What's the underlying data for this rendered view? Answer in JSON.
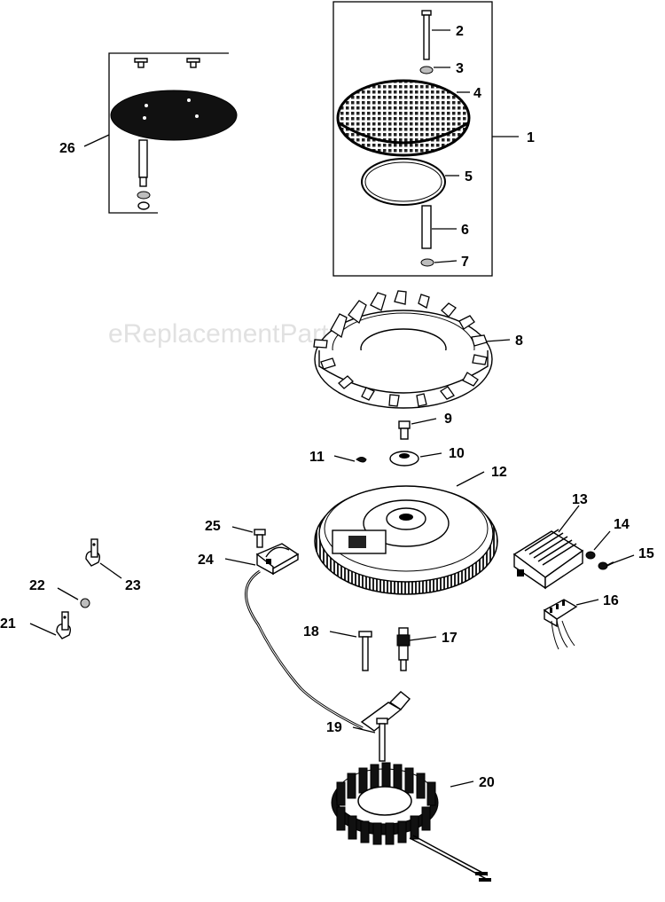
{
  "watermark": "eReplacementParts.com",
  "callouts": [
    {
      "id": "1",
      "label": "1"
    },
    {
      "id": "2",
      "label": "2"
    },
    {
      "id": "3",
      "label": "3"
    },
    {
      "id": "4",
      "label": "4"
    },
    {
      "id": "5",
      "label": "5"
    },
    {
      "id": "6",
      "label": "6"
    },
    {
      "id": "7",
      "label": "7"
    },
    {
      "id": "8",
      "label": "8"
    },
    {
      "id": "9",
      "label": "9"
    },
    {
      "id": "10",
      "label": "10"
    },
    {
      "id": "11",
      "label": "11"
    },
    {
      "id": "12",
      "label": "12"
    },
    {
      "id": "13",
      "label": "13"
    },
    {
      "id": "14",
      "label": "14"
    },
    {
      "id": "15",
      "label": "15"
    },
    {
      "id": "16",
      "label": "16"
    },
    {
      "id": "17",
      "label": "17"
    },
    {
      "id": "18",
      "label": "18"
    },
    {
      "id": "19",
      "label": "19"
    },
    {
      "id": "20",
      "label": "20"
    },
    {
      "id": "21",
      "label": "21"
    },
    {
      "id": "22",
      "label": "22"
    },
    {
      "id": "23",
      "label": "23"
    },
    {
      "id": "24",
      "label": "24"
    },
    {
      "id": "25",
      "label": "25"
    },
    {
      "id": "26",
      "label": "26"
    }
  ]
}
